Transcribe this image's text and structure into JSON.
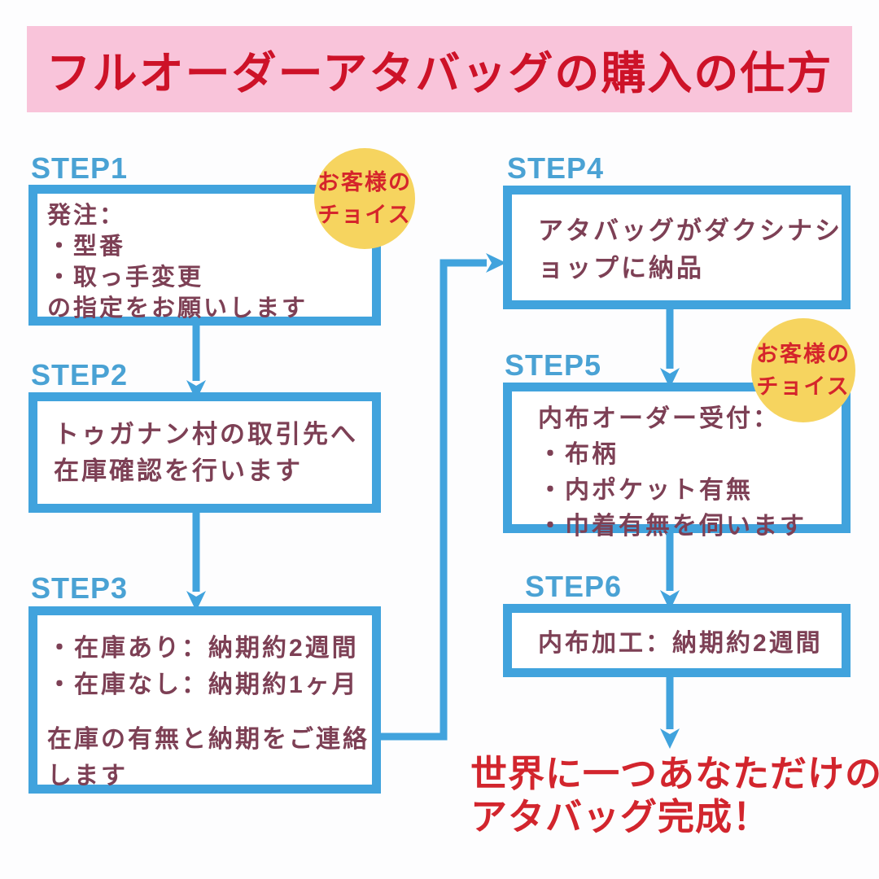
{
  "title": "フルオーダーアタバッグの購入の仕方",
  "badge": {
    "line1": "お客様の",
    "line2": "チョイス"
  },
  "steps": [
    {
      "label": "STEP1",
      "lines": [
        "発注：",
        "・型番",
        "・取っ手変更",
        "の指定をお願いします"
      ]
    },
    {
      "label": "STEP2",
      "lines": [
        "トゥガナン村の取引先へ",
        "在庫確認を行います"
      ]
    },
    {
      "label": "STEP3",
      "lines": [
        "・在庫あり：納期約2週間",
        "・在庫なし：納期約1ヶ月",
        "在庫の有無と納期をご連絡",
        "します"
      ]
    },
    {
      "label": "STEP4",
      "lines": [
        "アタバッグがダクシナシ",
        "ョップに納品"
      ]
    },
    {
      "label": "STEP5",
      "lines": [
        "内布オーダー受付：",
        "・布柄",
        "・内ポケット有無",
        "・巾着有無を伺います"
      ]
    },
    {
      "label": "STEP6",
      "lines": [
        "内布加工：納期約2週間"
      ]
    }
  ],
  "final": {
    "line1": "世界に一つあなただけの",
    "line2": "アタバッグ完成！"
  },
  "colors": {
    "accent_blue": "#41a3dd",
    "label_blue": "#4aa2d4",
    "body_text": "#7d4055",
    "title_red": "#cd1228",
    "banner_pink": "#f9c4da",
    "badge_yellow": "#f6d45f",
    "badge_red": "#d5252b",
    "final_red": "#d2252d"
  }
}
